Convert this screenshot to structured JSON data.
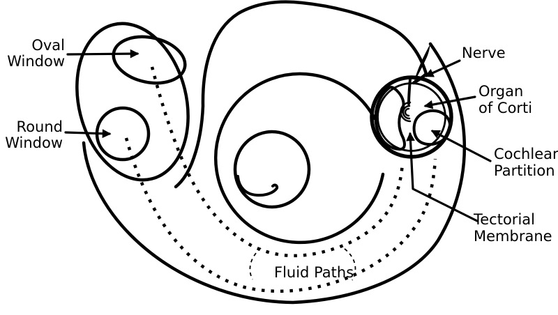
{
  "figure": {
    "kind": "anatomical-line-diagram",
    "subject": "Cochlea schematic with fluid paths and cross-section",
    "background_color": "#ffffff",
    "line_color": "#000000"
  },
  "labels": {
    "oval_window_line1": "Oval",
    "oval_window_line2": "Window",
    "round_window_line1": "Round",
    "round_window_line2": "Window",
    "nerve": "Nerve",
    "organ_of_corti_line1": "Organ",
    "organ_of_corti_line2": "of Corti",
    "cochlear_partition_line1": "Cochlear",
    "cochlear_partition_line2": "Partition",
    "tectorial_membrane_line1": "Tectorial",
    "tectorial_membrane_line2": "Membrane",
    "fluid_paths": "Fluid Paths"
  }
}
